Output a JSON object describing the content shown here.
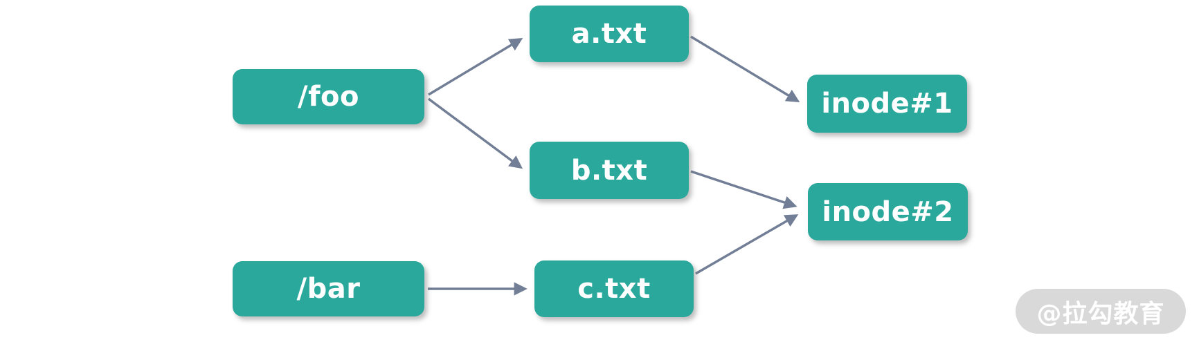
{
  "diagram": {
    "description": "filesystem hard-link diagram: directory entries pointing to files pointing to inodes",
    "nodes": [
      {
        "id": "foo",
        "label": "/foo"
      },
      {
        "id": "a",
        "label": "a.txt"
      },
      {
        "id": "b",
        "label": "b.txt"
      },
      {
        "id": "inode1",
        "label": "inode#1"
      },
      {
        "id": "inode2",
        "label": "inode#2"
      },
      {
        "id": "bar",
        "label": "/bar"
      },
      {
        "id": "c",
        "label": "c.txt"
      }
    ],
    "edges": [
      {
        "from": "/foo",
        "to": "a.txt"
      },
      {
        "from": "/foo",
        "to": "b.txt"
      },
      {
        "from": "a.txt",
        "to": "inode#1"
      },
      {
        "from": "b.txt",
        "to": "inode#2"
      },
      {
        "from": "/bar",
        "to": "c.txt"
      },
      {
        "from": "c.txt",
        "to": "inode#2"
      }
    ],
    "colors": {
      "node_fill": "#2aa89c",
      "node_text": "#ffffff",
      "arrow": "#717e95",
      "watermark_bg": "#d9d9d9",
      "watermark_text": "#ffffff",
      "background": "#ffffff"
    }
  },
  "watermark": {
    "label": "@拉勾教育"
  }
}
